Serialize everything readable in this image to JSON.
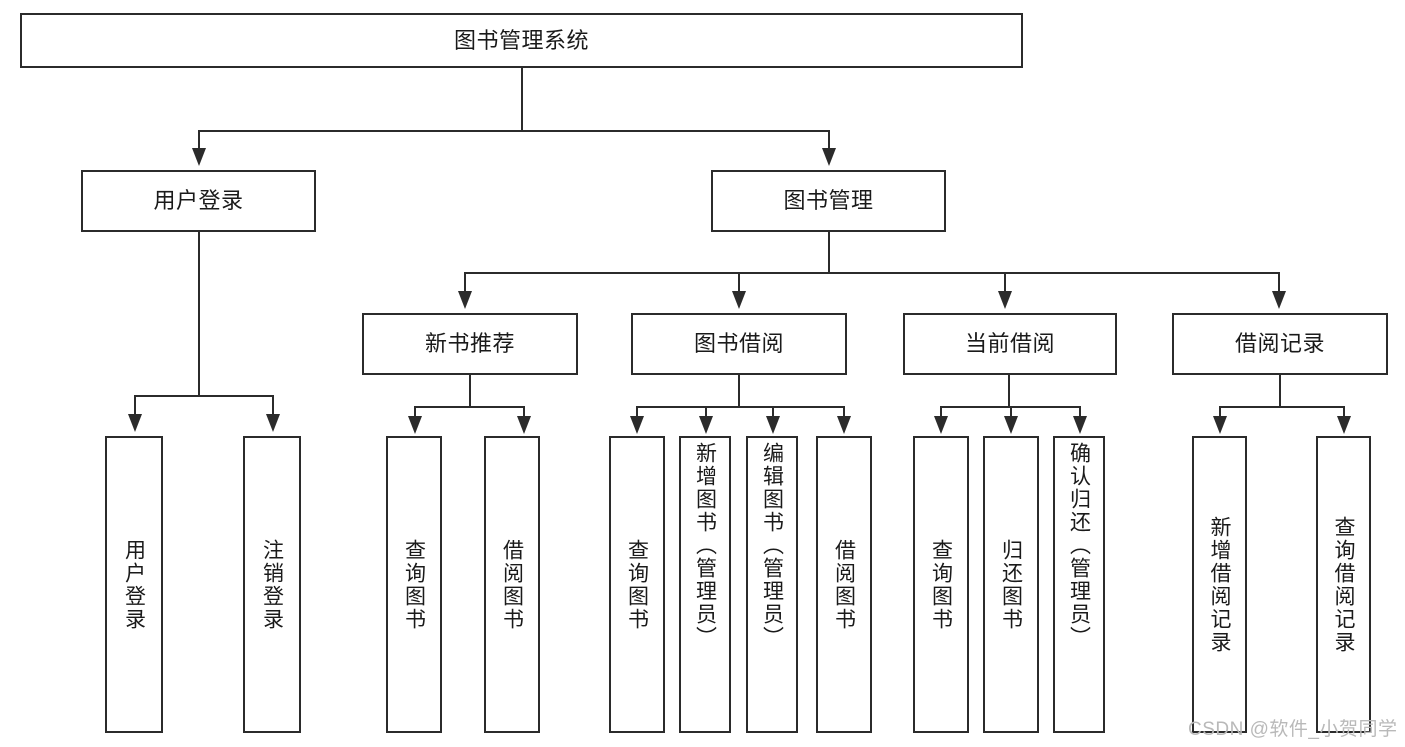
{
  "diagram": {
    "type": "tree-hierarchy",
    "title": "图书管理系统",
    "root": {
      "id": "root",
      "label": "图书管理系统",
      "orientation": "horizontal"
    },
    "level2": [
      {
        "id": "user-login",
        "label": "用户登录",
        "orientation": "horizontal"
      },
      {
        "id": "book-management",
        "label": "图书管理",
        "orientation": "horizontal"
      }
    ],
    "level3": [
      {
        "id": "new-book-recommend",
        "label": "新书推荐",
        "orientation": "horizontal"
      },
      {
        "id": "book-borrow",
        "label": "图书借阅",
        "orientation": "horizontal"
      },
      {
        "id": "current-borrow",
        "label": "当前借阅",
        "orientation": "horizontal"
      },
      {
        "id": "borrow-record",
        "label": "借阅记录",
        "orientation": "horizontal"
      }
    ],
    "leaves": {
      "user_login": [
        {
          "id": "leaf-user-login",
          "label": "用户登录",
          "orientation": "vertical"
        },
        {
          "id": "leaf-logout-login",
          "label": "注销登录",
          "orientation": "vertical"
        }
      ],
      "new_book_recommend": [
        {
          "id": "leaf-query-book-1",
          "label": "查询图书",
          "orientation": "vertical"
        },
        {
          "id": "leaf-borrow-book-1",
          "label": "借阅图书",
          "orientation": "vertical"
        }
      ],
      "book_borrow": [
        {
          "id": "leaf-query-book-2",
          "label": "查询图书",
          "orientation": "vertical"
        },
        {
          "id": "leaf-add-book",
          "label": "新增图书（管理员）",
          "orientation": "vertical"
        },
        {
          "id": "leaf-edit-book",
          "label": "编辑图书（管理员）",
          "orientation": "vertical"
        },
        {
          "id": "leaf-borrow-book-2",
          "label": "借阅图书",
          "orientation": "vertical"
        }
      ],
      "current_borrow": [
        {
          "id": "leaf-query-book-3",
          "label": "查询图书",
          "orientation": "vertical"
        },
        {
          "id": "leaf-return-book",
          "label": "归还图书",
          "orientation": "vertical"
        },
        {
          "id": "leaf-confirm-return",
          "label": "确认归还（管理员）",
          "orientation": "vertical"
        }
      ],
      "borrow_record": [
        {
          "id": "leaf-add-record",
          "label": "新增借阅记录",
          "orientation": "vertical"
        },
        {
          "id": "leaf-query-record",
          "label": "查询借阅记录",
          "orientation": "vertical"
        }
      ]
    },
    "colors": {
      "stroke": "#2b2b2b",
      "fill": "#ffffff",
      "text": "#1a1a1a",
      "watermark": "#b9b9b9"
    }
  },
  "watermark": {
    "text": "CSDN @软件_小贺同学"
  }
}
